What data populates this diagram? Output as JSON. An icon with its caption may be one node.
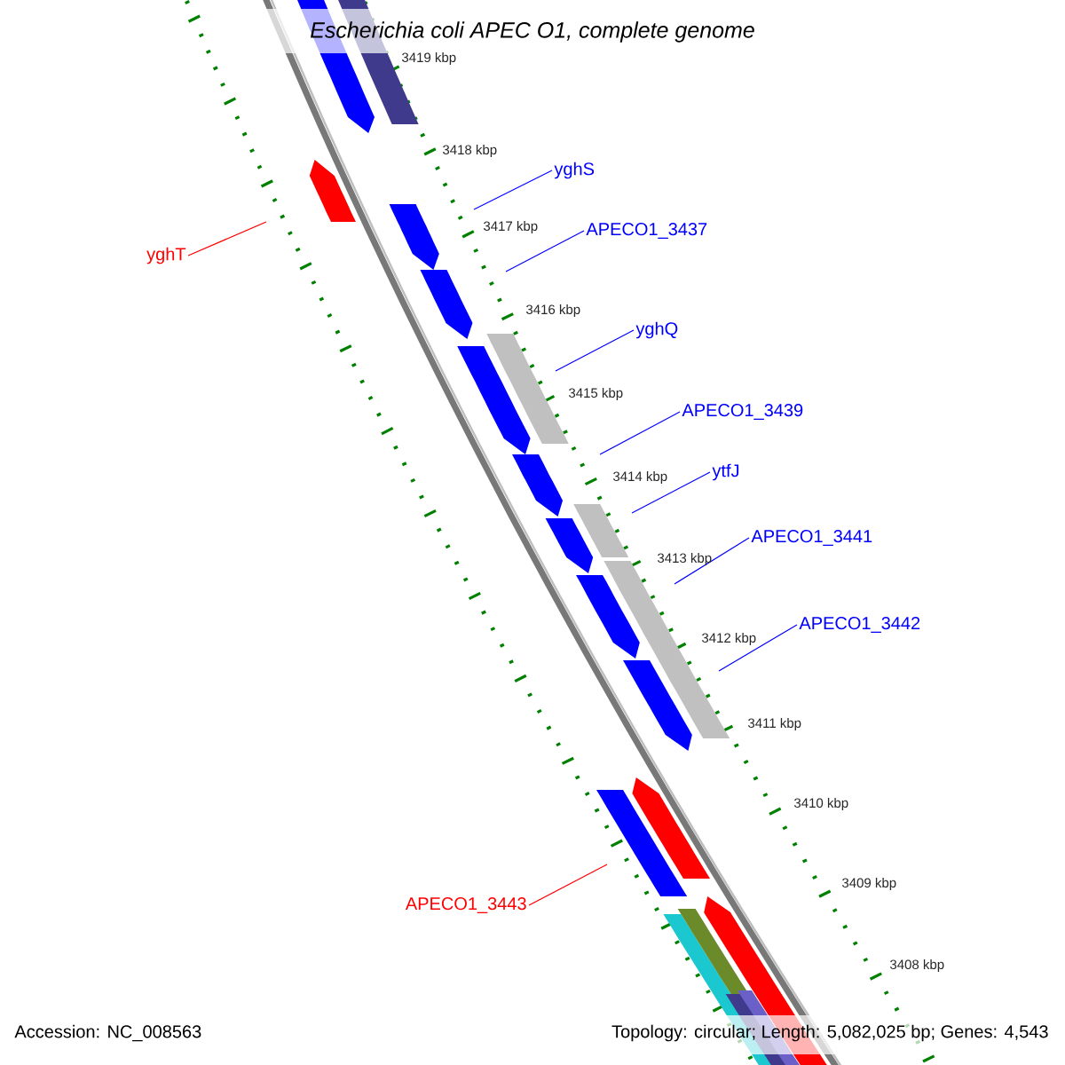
{
  "diagram": {
    "title": "*Escherichia coli* APEC O1, complete genome",
    "nodes": [
      {
        "text": [
          "yghT"
        ]
      },
      {
        "text": [
          "yghS"
        ]
      },
      {
        "text": [
          "APECO1_3437"
        ]
      },
      {
        "text": [
          "yghQ"
        ]
      },
      {
        "text": [
          "APECO1_3439"
        ]
      },
      {
        "text": [
          "ytfJ"
        ]
      },
      {
        "text": [
          "APECO1_3441"
        ]
      },
      {
        "text": [
          "APECO1_3442"
        ]
      },
      {
        "text": [
          "APECO1_3443"
        ]
      }
    ],
    "edges": [
      {
        "from": 0,
        "to": null,
        "arrow": "none",
        "color": "#ff0000"
      },
      {
        "from": 1,
        "to": null,
        "arrow": "none"
      },
      {
        "from": 2,
        "to": null,
        "arrow": "none"
      },
      {
        "from": 3,
        "to": null,
        "arrow": "none"
      },
      {
        "from": 4,
        "to": null,
        "arrow": "none"
      },
      {
        "from": 5,
        "to": null,
        "arrow": "none"
      },
      {
        "from": 6,
        "to": null,
        "arrow": "none"
      },
      {
        "from": 7,
        "to": null,
        "arrow": "none"
      },
      {
        "from": 8,
        "to": null,
        "arrow": "none",
        "color": "#ff0000"
      }
    ],
    "labels": [
      "3419 kbp",
      "3418 kbp",
      "3417 kbp",
      "3416 kbp",
      "3415 kbp",
      "3414 kbp",
      "3413 kbp",
      "3412 kbp",
      "3411 kbp",
      "3410 kbp",
      "3409 kbp",
      "3408 kbp",
      "Accession: NC_008563",
      "Topology: circular; Length: 5,082,025 bp; Genes: 4,543"
    ]
  }
}
